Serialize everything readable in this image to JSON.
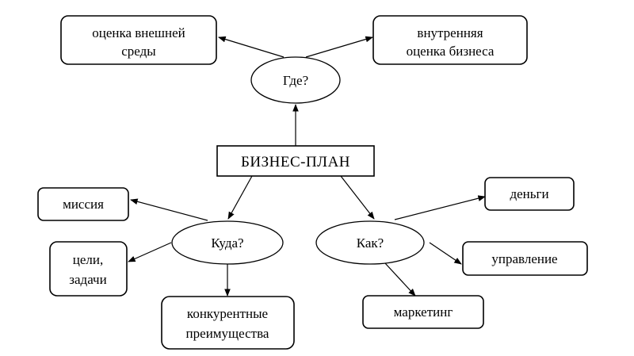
{
  "diagram": {
    "center": {
      "label": "БИЗНЕС-ПЛАН"
    },
    "questions": {
      "where": {
        "label": "Где?"
      },
      "whither": {
        "label": "Куда?"
      },
      "how": {
        "label": "Как?"
      }
    },
    "nodes": {
      "external": {
        "lines": [
          "оценка внешней",
          "среды"
        ]
      },
      "internal": {
        "lines": [
          "внутренняя",
          "оценка бизнеса"
        ]
      },
      "mission": {
        "lines": [
          "миссия"
        ]
      },
      "goals": {
        "lines": [
          "цели,",
          "задачи"
        ]
      },
      "advantages": {
        "lines": [
          "конкурентные",
          "преимущества"
        ]
      },
      "money": {
        "lines": [
          "деньги"
        ]
      },
      "management": {
        "lines": [
          "управление"
        ]
      },
      "marketing": {
        "lines": [
          "маркетинг"
        ]
      }
    },
    "edges": [
      {
        "from": "center",
        "to": "where"
      },
      {
        "from": "where",
        "to": "external"
      },
      {
        "from": "where",
        "to": "internal"
      },
      {
        "from": "center",
        "to": "whither"
      },
      {
        "from": "center",
        "to": "how"
      },
      {
        "from": "whither",
        "to": "mission"
      },
      {
        "from": "whither",
        "to": "goals"
      },
      {
        "from": "whither",
        "to": "advantages"
      },
      {
        "from": "how",
        "to": "money"
      },
      {
        "from": "how",
        "to": "management"
      },
      {
        "from": "how",
        "to": "marketing"
      }
    ]
  }
}
